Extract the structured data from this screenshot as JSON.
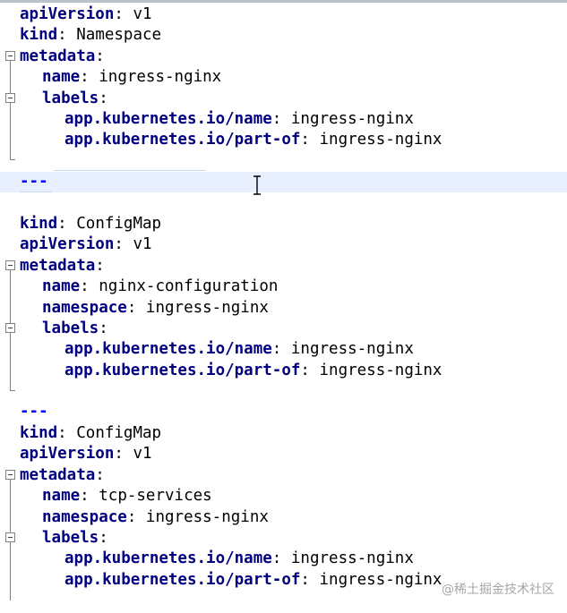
{
  "editor": {
    "lines": [
      {
        "key": "apiVersion",
        "value": "v1"
      },
      {
        "key": "kind",
        "value": "Namespace"
      },
      {
        "key": "metadata",
        "value": ""
      },
      {
        "key": "name",
        "value": "ingress-nginx"
      },
      {
        "key": "labels",
        "value": ""
      },
      {
        "key": "app.kubernetes.io/name",
        "value": "ingress-nginx"
      },
      {
        "key": "app.kubernetes.io/part-of",
        "value": "ingress-nginx"
      },
      {
        "separator": "---"
      },
      {
        "key": "kind",
        "value": "ConfigMap"
      },
      {
        "key": "apiVersion",
        "value": "v1"
      },
      {
        "key": "metadata",
        "value": ""
      },
      {
        "key": "name",
        "value": "nginx-configuration"
      },
      {
        "key": "namespace",
        "value": "ingress-nginx"
      },
      {
        "key": "labels",
        "value": ""
      },
      {
        "key": "app.kubernetes.io/name",
        "value": "ingress-nginx"
      },
      {
        "key": "app.kubernetes.io/part-of",
        "value": "ingress-nginx"
      },
      {
        "separator": "---"
      },
      {
        "key": "kind",
        "value": "ConfigMap"
      },
      {
        "key": "apiVersion",
        "value": "v1"
      },
      {
        "key": "metadata",
        "value": ""
      },
      {
        "key": "name",
        "value": "tcp-services"
      },
      {
        "key": "namespace",
        "value": "ingress-nginx"
      },
      {
        "key": "labels",
        "value": ""
      },
      {
        "key": "app.kubernetes.io/name",
        "value": "ingress-nginx"
      },
      {
        "key": "app.kubernetes.io/part-of",
        "value": "ingress-nginx"
      }
    ],
    "colon": ":"
  },
  "watermark": "@稀土掘金技术社区",
  "colors": {
    "key": "#000080",
    "separator": "#0000ff",
    "current_line": "#e8f0ff",
    "fold_guide": "#808080"
  }
}
